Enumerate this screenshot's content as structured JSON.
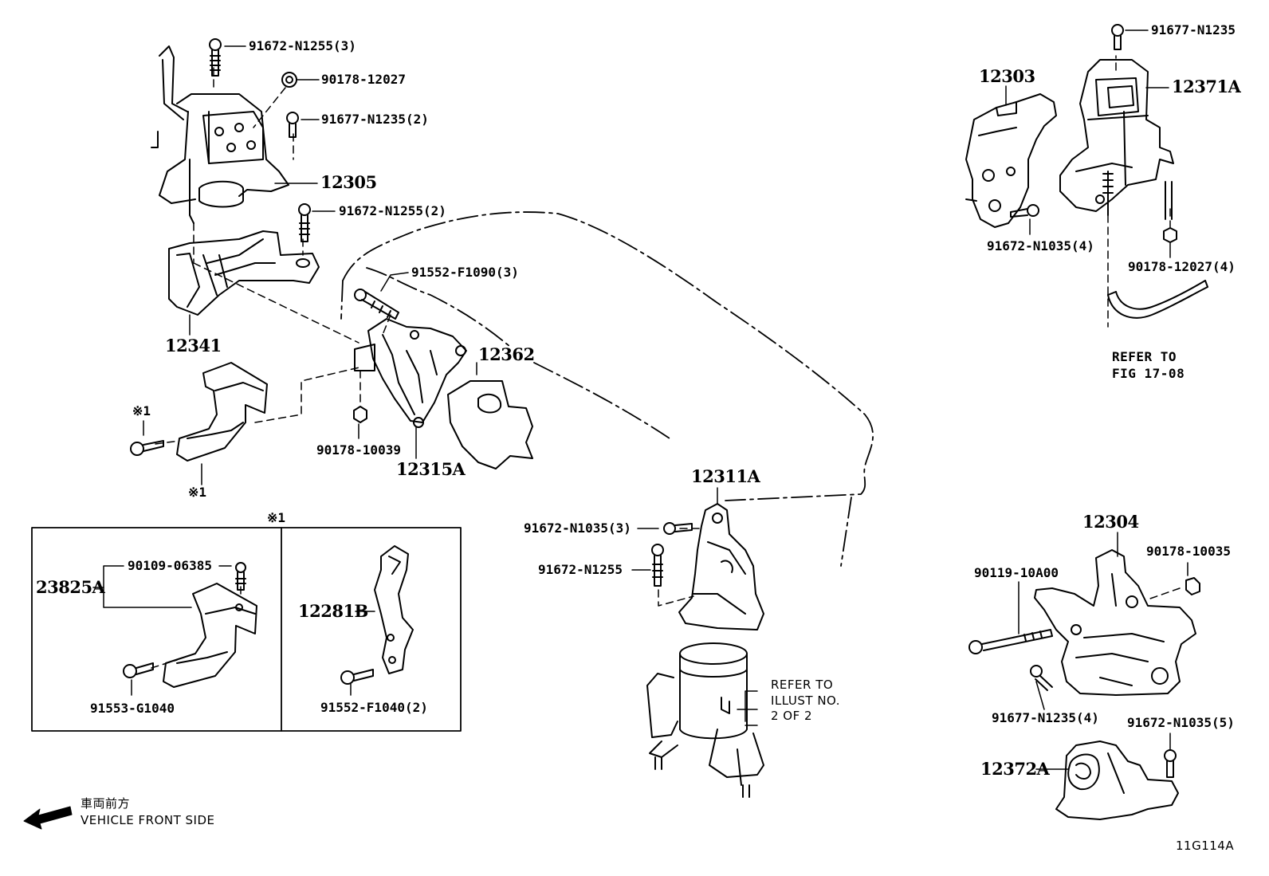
{
  "parts": {
    "p_91672_N1255_3": "91672-N1255(3)",
    "p_90178_12027": "90178-12027",
    "p_91677_N1235_2": "91677-N1235(2)",
    "p_12305": "12305",
    "p_91672_N1255_2": "91672-N1255(2)",
    "p_12341": "12341",
    "p_91552_F1090_3": "91552-F1090(3)",
    "p_12362": "12362",
    "p_ref1_top": "※1",
    "p_ref1_bottom": "※1",
    "p_90178_10039": "90178-10039",
    "p_12315A": "12315A",
    "p_12303": "12303",
    "p_91677_N1235": "91677-N1235",
    "p_12371A": "12371A",
    "p_91672_N1035_4": "91672-N1035(4)",
    "p_90178_12027_4": "90178-12027(4)",
    "p_12311A": "12311A",
    "p_91672_N1035_3": "91672-N1035(3)",
    "p_91672_N1255": "91672-N1255",
    "p_12304": "12304",
    "p_90178_10035": "90178-10035",
    "p_90119_10A00": "90119-10A00",
    "p_91677_N1235_4": "91677-N1235(4)",
    "p_91672_N1035_5": "91672-N1035(5)",
    "p_12372A": "12372A"
  },
  "inset": {
    "ref_mark": "※1",
    "p_23825A": "23825A",
    "p_90109_06385": "90109-06385",
    "p_91553_G1040": "91553-G1040",
    "p_12281B": "12281B",
    "p_91552_F1040_2": "91552-F1040(2)"
  },
  "notes": {
    "refer_fig_1": "REFER TO",
    "refer_fig_2": "FIG 17-08",
    "refer_illust_1": "REFER TO",
    "refer_illust_2": "ILLUST NO.",
    "refer_illust_3": "2 OF 2"
  },
  "legend": {
    "jp": "車両前方",
    "en": "VEHICLE FRONT SIDE"
  },
  "figure_id": "11G114A"
}
